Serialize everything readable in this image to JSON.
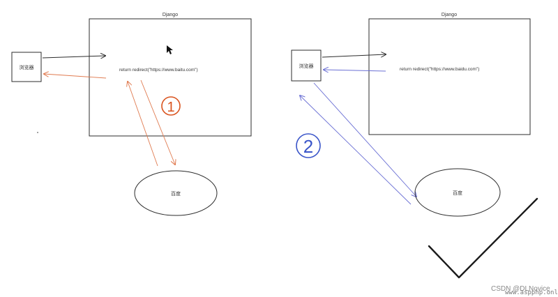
{
  "left_diagram": {
    "server_title": "Django",
    "browser_label": "浏览器",
    "code_text": "return redirect(\"https://www.baitu.com\")",
    "baidu_label": "百度",
    "step_number": "1"
  },
  "right_diagram": {
    "server_title": "Django",
    "browser_label": "浏览器",
    "code_text": "return redirect(\"https://www.baidu.com\")",
    "baidu_label": "百度",
    "step_number": "2"
  },
  "watermark": {
    "csdn": "CSDN @DLNovice",
    "site": "www.aspphp.online"
  },
  "colors": {
    "stroke": "#2b2b2b",
    "orange_arrow": "#e07a4f",
    "orange_number": "#d9531e",
    "blue_arrow": "#6a6fd4",
    "blue_number": "#3a55c9"
  }
}
